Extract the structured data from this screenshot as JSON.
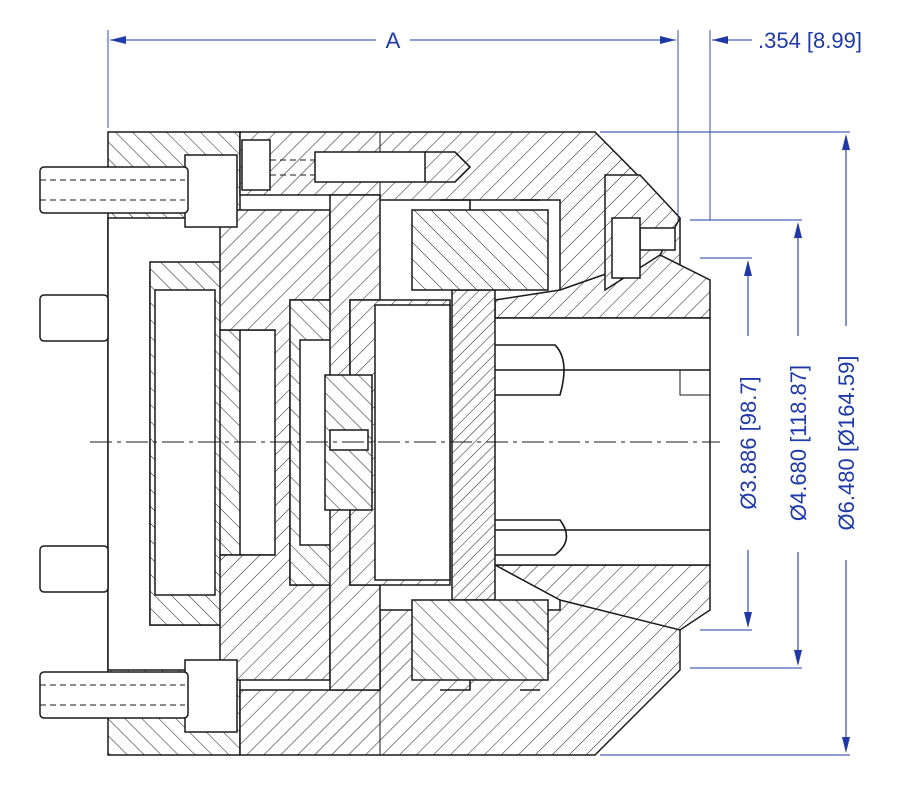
{
  "dimensions": {
    "overall_length": "A",
    "offset": ".354 [8.99]",
    "bore_dia": "Ø3.886 [98.7]",
    "pilot_dia": "Ø4.680 [118.87]",
    "outer_dia": "Ø6.480 [Ø164.59]"
  },
  "colors": {
    "dimension": "#1f3aa8",
    "line": "#1a1a1a"
  }
}
